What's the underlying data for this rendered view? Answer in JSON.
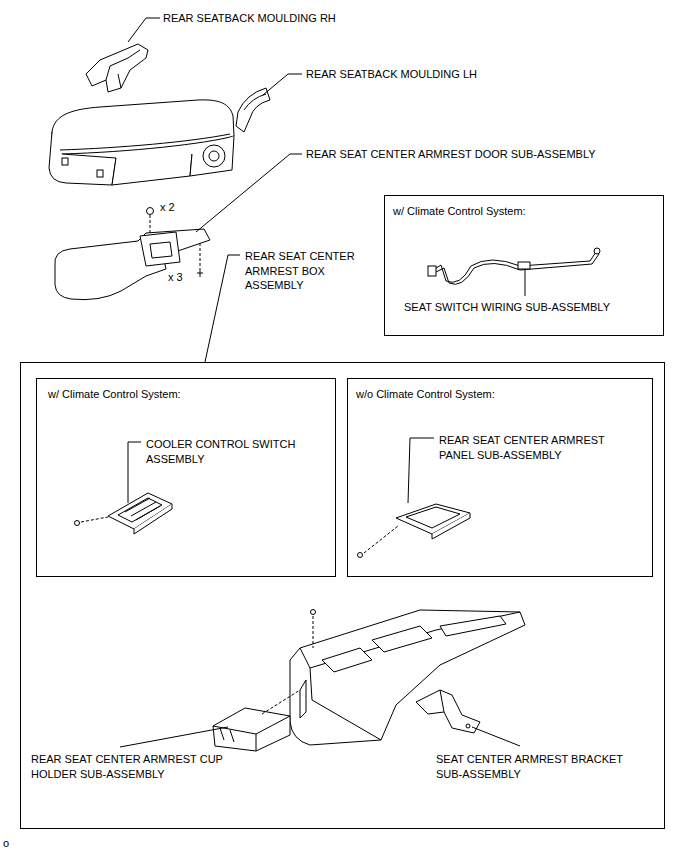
{
  "diagram": {
    "nodes": [
      {
        "text": [
          "w/ Climate Control System:",
          "SEAT SWITCH WIRING SUB-ASSEMBLY"
        ]
      },
      {
        "text": [
          "REAR SEAT CENTER ARMREST BOX ASSEMBLY",
          "REAR SEAT CENTER ARMREST CUP HOLDER SUB-ASSEMBLY",
          "SEAT CENTER ARMREST BRACKET SUB-ASSEMBLY"
        ]
      },
      {
        "text": [
          "w/ Climate Control System:",
          "COOLER CONTROL SWITCH ASSEMBLY"
        ],
        "in": 1
      },
      {
        "text": [
          "w/o Climate Control System:",
          "REAR SEAT CENTER ARMREST PANEL SUB-ASSEMBLY"
        ],
        "in": 1
      }
    ],
    "labels": [
      "REAR SEATBACK MOULDING RH",
      "REAR SEATBACK MOULDING LH",
      "REAR SEAT CENTER ARMREST DOOR SUB-ASSEMBLY",
      "x 2",
      "x 3",
      "o"
    ]
  }
}
